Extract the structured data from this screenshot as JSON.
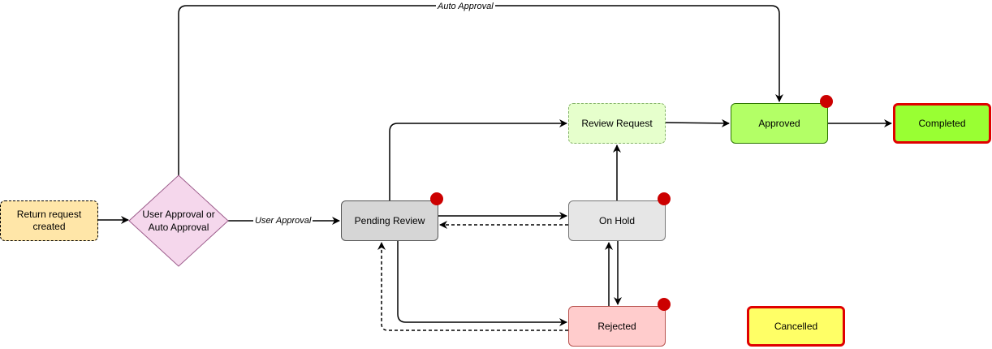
{
  "nodes": {
    "return_request": {
      "label": "Return request created",
      "fill": "#ffe6a8",
      "stroke": "#000000"
    },
    "approval_decision": {
      "label": "User Approval or Auto Approval",
      "fill": "#f5d7ec",
      "stroke": "#9b5a8a"
    },
    "pending_review": {
      "label": "Pending Review",
      "fill": "#d6d6d6",
      "stroke": "#555555"
    },
    "review_request": {
      "label": "Review Request",
      "fill": "#e6ffcc",
      "stroke": "#86b36b"
    },
    "on_hold": {
      "label": "On Hold",
      "fill": "#e6e6e6",
      "stroke": "#777777"
    },
    "rejected": {
      "label": "Rejected",
      "fill": "#ffcccc",
      "stroke": "#b85450"
    },
    "approved": {
      "label": "Approved",
      "fill": "#b3ff66",
      "stroke": "#2d7600"
    },
    "completed": {
      "label": "Completed",
      "fill": "#99ff33",
      "stroke": "#e00000"
    },
    "cancelled": {
      "label": "Cancelled",
      "fill": "#ffff66",
      "stroke": "#e00000"
    }
  },
  "edges": {
    "auto_approval_label": "Auto Approval",
    "user_approval_label": "User Approval"
  },
  "colors": {
    "marker_dot": "#cc0000",
    "line": "#000000"
  }
}
